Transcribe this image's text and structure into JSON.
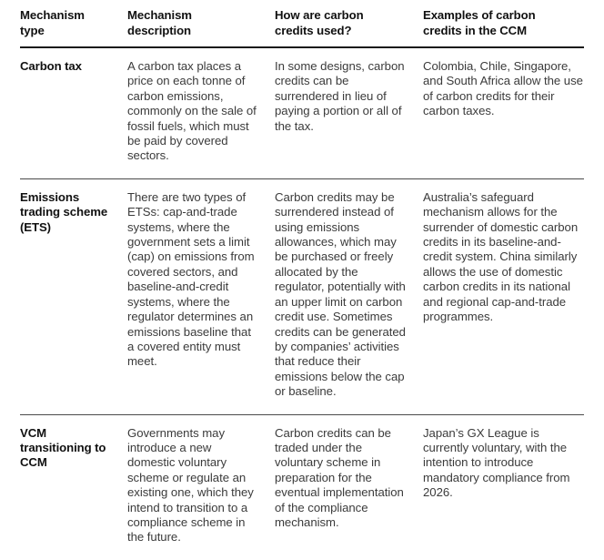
{
  "table": {
    "columns": [
      "Mechanism\ntype",
      "Mechanism\ndescription",
      "How are carbon\ncredits used?",
      "Examples of carbon\ncredits in the CCM"
    ],
    "rows": [
      {
        "mechanism_type": "Carbon tax",
        "mechanism_description": "A carbon tax places a price on each tonne of carbon emissions, commonly on the sale of fossil fuels, which must be paid by covered sectors.",
        "how_credits_used": "In some designs, carbon credits can be surrendered in lieu of paying a portion or all of the tax.",
        "examples_in_ccm": "Colombia, Chile, Singapore, and South Africa allow the use of carbon credits for their carbon taxes."
      },
      {
        "mechanism_type": "Emissions trading scheme (ETS)",
        "mechanism_description": "There are two types of ETSs: cap-and-trade systems, where the government sets a limit (cap) on emissions from covered sectors, and baseline-and-credit systems, where the regulator determines an emissions baseline that a covered entity must meet.",
        "how_credits_used": "Carbon credits may be surrendered instead of using emissions allowances, which may be purchased or freely allocated by the regulator, potentially with an upper limit on carbon credit use. Sometimes credits can be generated by companies’ activities that reduce their emissions below the cap or baseline.",
        "examples_in_ccm": "Australia’s safeguard mechanism allows for the surrender of domestic carbon credits in its baseline-and-credit system. China similarly allows the use of domestic carbon credits in its national and regional cap-and-trade programmes."
      },
      {
        "mechanism_type": "VCM transitioning to CCM",
        "mechanism_description": "Governments may introduce a new domestic voluntary scheme or regulate an existing one, which they intend to transition to a compliance scheme in the future.",
        "how_credits_used": "Carbon credits can be traded under the voluntary scheme in preparation for the eventual implementation of the compliance mechanism.",
        "examples_in_ccm": "Japan’s GX League is currently voluntary, with the intention to introduce mandatory compliance from 2026."
      }
    ]
  },
  "colors": {
    "background": "#ffffff",
    "header_text": "#111111",
    "body_text": "#3b3b3b",
    "header_rule": "#1a1a1a",
    "row_rule": "#4a4a4a"
  }
}
